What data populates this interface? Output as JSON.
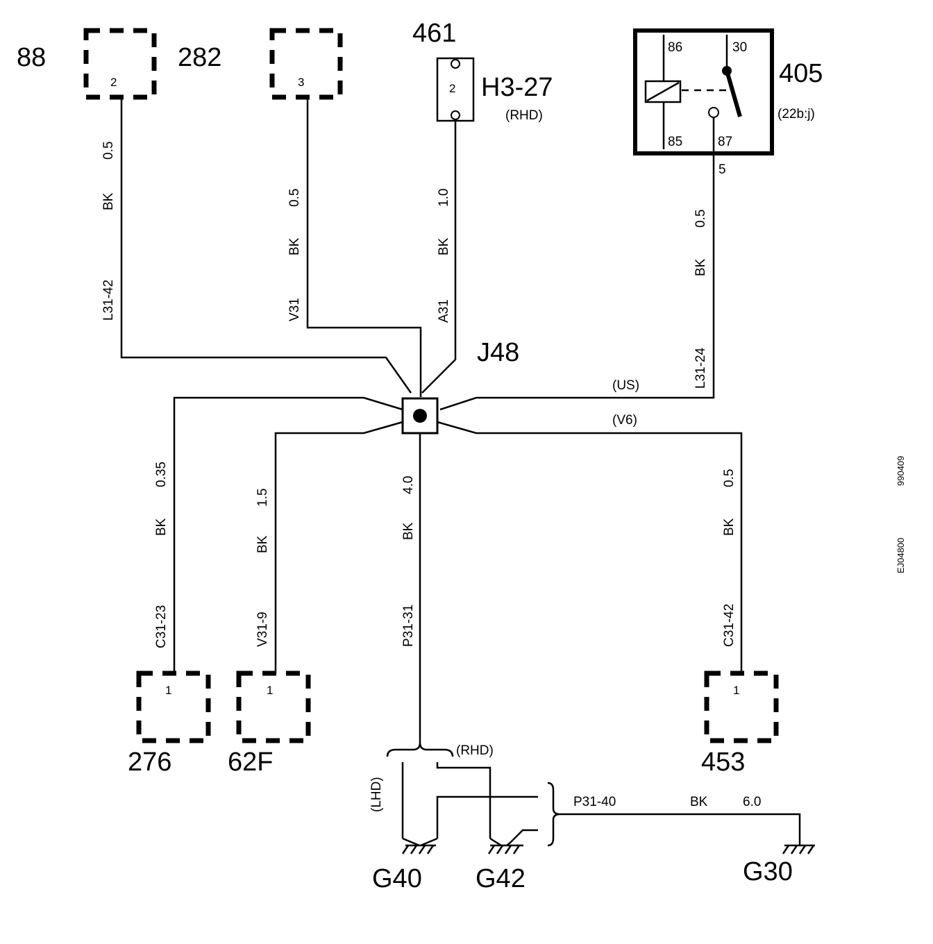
{
  "components": {
    "c88": "88",
    "c282": "282",
    "c461": "461",
    "h3_27": "H3-27",
    "rhd_note": "(RHD)",
    "c405": "405",
    "c405_ref": "(22b:j)",
    "j48": "J48",
    "c276": "276",
    "c62f": "62F",
    "c453": "453",
    "g40": "G40",
    "g42": "G42",
    "g30": "G30"
  },
  "pins": {
    "p282": "2",
    "p3": "3",
    "p461": "2",
    "r86": "86",
    "r30": "30",
    "r85": "85",
    "r87": "87",
    "r5": "5",
    "p276": "1",
    "p62f": "1",
    "p453": "1"
  },
  "wires": {
    "w1": {
      "size": "0.5",
      "color": "BK",
      "id": "L31-42"
    },
    "w2": {
      "size": "0.5",
      "color": "BK",
      "id": "V31"
    },
    "w3": {
      "size": "1.0",
      "color": "BK",
      "id": "A31"
    },
    "w4": {
      "size": "0.5",
      "color": "BK",
      "id": "L31-24",
      "variant": "(US)"
    },
    "w5": {
      "size": "0.35",
      "color": "BK",
      "id": "C31-23"
    },
    "w6": {
      "size": "1.5",
      "color": "BK",
      "id": "V31-9"
    },
    "w7": {
      "size": "4.0",
      "color": "BK",
      "id": "P31-31"
    },
    "w8": {
      "size": "0.5",
      "color": "BK",
      "id": "C31-42",
      "variant": "(V6)"
    },
    "w9": {
      "size": "6.0",
      "color": "BK",
      "id": "P31-40"
    }
  },
  "bottom": {
    "rhd": "(RHD)",
    "lhd": "(LHD)"
  },
  "side": {
    "code1": "990409",
    "code2": "EJ04800"
  }
}
